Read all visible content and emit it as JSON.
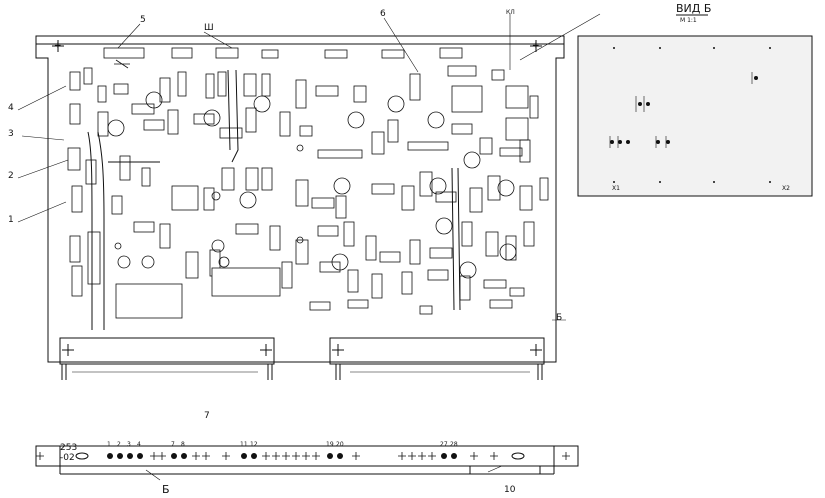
{
  "view": {
    "title": "ВИД Б",
    "scale": "М 1:1"
  },
  "board_callouts": [
    "1",
    "2",
    "3",
    "4",
    "5",
    "6",
    "Ш",
    "Б"
  ],
  "main_board": {
    "mark_left": "+",
    "mark_right": "+",
    "tag": "КЛ"
  },
  "side_panel": {
    "mark_left": "Х1",
    "mark_right": "Х2"
  },
  "strip": {
    "code_line1": "253",
    "code_line2": "-02",
    "callout_top": "7",
    "callout_bottom": "10",
    "pins": [
      "1",
      "2",
      "3",
      "4",
      "7",
      "8",
      "11",
      "12",
      "19",
      "20",
      "27",
      "28"
    ]
  },
  "bottom_label": "Б"
}
